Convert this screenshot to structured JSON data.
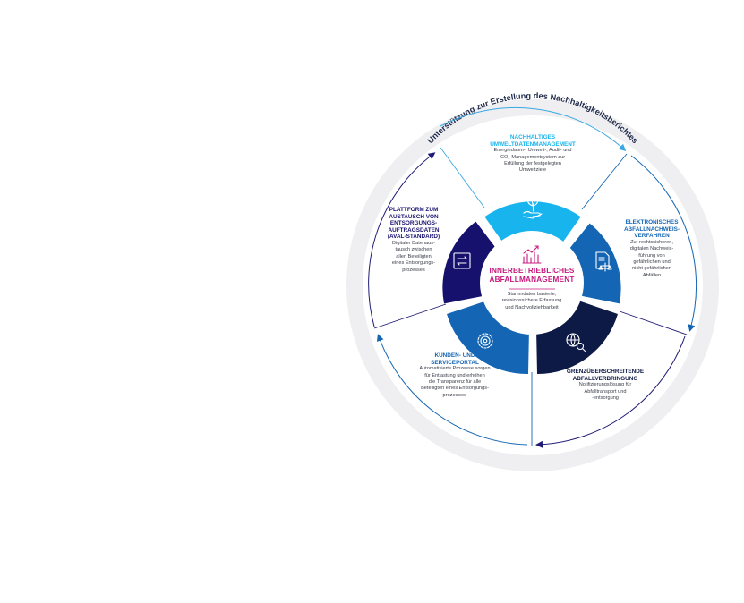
{
  "arc_title": "Unterstützung zur Erstellung des Nachhaltigkeitsberichtes",
  "colors": {
    "light_blue": "#18b4ee",
    "mid_blue": "#1466b4",
    "dark_navy": "#17116e",
    "very_dark_navy": "#0d1a45",
    "magenta": "#c8197d",
    "outer_ring": "#efeff2",
    "arrow_light": "#3aa7e4",
    "arrow_dark": "#1f1a73"
  },
  "center": {
    "icon": "bar-chart-trend-icon",
    "title_line1": "INNERBETRIEBLICHES",
    "title_line2": "ABFALLMANAGEMENT",
    "desc_line1": "Stammdaten basierte,",
    "desc_line2": "revisionssichere Erfassung",
    "desc_line3": "und Nachvollziehbarkeit"
  },
  "sections": {
    "top": {
      "icon": "hand-plant-icon",
      "title_line1": "NACHHALTIGES",
      "title_line2": "UMWELTDATENMANAGEMENT",
      "desc_line1": "Energiedaten-, Umwelt-, Audit- und",
      "desc_line2": "CO₂-Managementsystem zur",
      "desc_line3": "Erfüllung der festgelegten",
      "desc_line4": "Umweltziele"
    },
    "right": {
      "icon": "document-scales-icon",
      "title_line1": "ELEKTRONISCHES",
      "title_line2": "ABFALLNACHWEIS-",
      "title_line3": "VERFAHREN",
      "desc_line1": "Zur rechtssicheren,",
      "desc_line2": "digitalen Nachweis-",
      "desc_line3": "führung von",
      "desc_line4": "gefährlichen und",
      "desc_line5": "nicht gefährlichen",
      "desc_line6": "Abfällen"
    },
    "bottom_right": {
      "icon": "globe-search-icon",
      "title_line1": "GRENZÜBERSCHREITENDE",
      "title_line2": "ABFALLVERBRINGUNG",
      "desc_line1": "Notifizierungslösung für",
      "desc_line2": "Abfalltransport und",
      "desc_line3": "-entsorgung"
    },
    "bottom_left": {
      "icon": "gear-network-icon",
      "title_line1": "KUNDEN- UND",
      "title_line2": "SERVICEPORTAL",
      "desc_line1": "Automatisierte Prozesse sorgen",
      "desc_line2": "für Entlastung und erhöhen",
      "desc_line3": "die Transparenz für alle",
      "desc_line4": "Beteiligten eines Entsorgungs-",
      "desc_line5": "prozesses."
    },
    "left": {
      "icon": "exchange-arrows-icon",
      "title_line1": "PLATTFORM ZUM",
      "title_line2": "AUSTAUSCH VON",
      "title_line3": "ENTSORGUNGS-",
      "title_line4": "AUFTRAGSDATEN",
      "title_line5": "(AVAL-STANDARD)",
      "desc_line1": "Digitaler Datenaus-",
      "desc_line2": "tausch zwischen",
      "desc_line3": "allen Beteiligten",
      "desc_line4": "eines Entsorgungs-",
      "desc_line5": "prozesses"
    }
  }
}
